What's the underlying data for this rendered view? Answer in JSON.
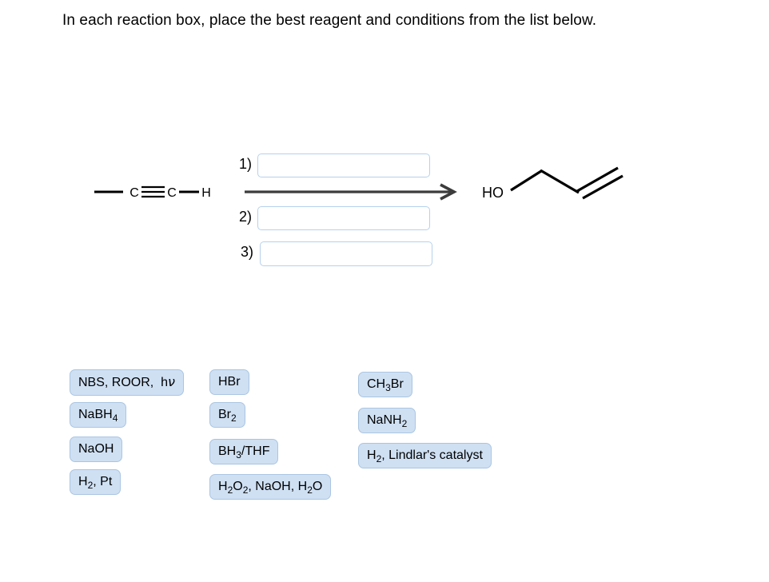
{
  "title": "In each reaction box, place the best reagent and conditions from the list below.",
  "reaction": {
    "reactant": {
      "atoms": [
        "C",
        "C",
        "H"
      ]
    },
    "product": {
      "hydroxyl_label": "HO"
    },
    "steps": [
      {
        "label": "1)",
        "value": ""
      },
      {
        "label": "2)",
        "value": ""
      },
      {
        "label": "3)",
        "value": ""
      }
    ]
  },
  "reagents": [
    {
      "id": "nbs-roor-hv",
      "parts": [
        {
          "t": "NBS, ROOR,  h"
        },
        {
          "t": "ν",
          "italic": true
        }
      ]
    },
    {
      "id": "nabh4",
      "parts": [
        {
          "t": "NaBH"
        },
        {
          "t": "4",
          "sub": true
        }
      ]
    },
    {
      "id": "naoh",
      "parts": [
        {
          "t": "NaOH"
        }
      ]
    },
    {
      "id": "h2-pt",
      "parts": [
        {
          "t": "H"
        },
        {
          "t": "2",
          "sub": true
        },
        {
          "t": ", Pt"
        }
      ]
    },
    {
      "id": "hbr",
      "parts": [
        {
          "t": "HBr"
        }
      ]
    },
    {
      "id": "br2",
      "parts": [
        {
          "t": "Br"
        },
        {
          "t": "2",
          "sub": true
        }
      ]
    },
    {
      "id": "bh3-thf",
      "parts": [
        {
          "t": "BH"
        },
        {
          "t": "3",
          "sub": true
        },
        {
          "t": "/THF"
        }
      ]
    },
    {
      "id": "h2o2-naoh-h2o",
      "parts": [
        {
          "t": "H"
        },
        {
          "t": "2",
          "sub": true
        },
        {
          "t": "O"
        },
        {
          "t": "2",
          "sub": true
        },
        {
          "t": ", NaOH, H"
        },
        {
          "t": "2",
          "sub": true
        },
        {
          "t": "O"
        }
      ]
    },
    {
      "id": "ch3br",
      "parts": [
        {
          "t": "CH"
        },
        {
          "t": "3",
          "sub": true
        },
        {
          "t": "Br"
        }
      ]
    },
    {
      "id": "nanh2",
      "parts": [
        {
          "t": "NaNH"
        },
        {
          "t": "2",
          "sub": true
        }
      ]
    },
    {
      "id": "h2-lindlars-catalyst",
      "parts": [
        {
          "t": "H"
        },
        {
          "t": "2",
          "sub": true
        },
        {
          "t": ", Lindlar's catalyst"
        }
      ]
    }
  ],
  "colors": {
    "chip_bg": "#cfe0f3",
    "chip_border": "#aac5e2",
    "input_border": "#b6d1ec",
    "arrow": "#3c3c3c",
    "bond": "#000000",
    "text": "#000000"
  }
}
